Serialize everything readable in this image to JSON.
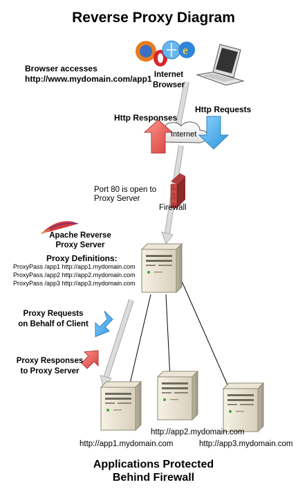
{
  "title": "Reverse Proxy Diagram",
  "browser": {
    "caption_line1": "Browser accesses",
    "caption_line2": "http://www.mydomain.com/app1",
    "label_line1": "Internet",
    "label_line2": "Browser"
  },
  "internet": {
    "label": "Internet",
    "responses_label": "Http Responses",
    "requests_label": "Http Requests"
  },
  "firewall": {
    "port_line1": "Port 80 is open to",
    "port_line2": "Proxy Server",
    "label": "Firewall"
  },
  "proxy": {
    "name_line1": "Apache Reverse",
    "name_line2": "Proxy Server",
    "definitions_heading": "Proxy Definitions:",
    "definitions": [
      "ProxyPass /app1 http://app1.mydomain.com",
      "ProxyPass /app2 http://app2.mydomain.com",
      "ProxyPass /app3 http://app3.mydomain.com"
    ],
    "requests_line1": "Proxy Requests",
    "requests_line2": "on Behalf of Client",
    "responses_line1": "Proxy Responses",
    "responses_line2": "to Proxy Server"
  },
  "backends": {
    "app1": "http://app1.mydomain.com",
    "app2": "http://app2.mydomain.com",
    "app3": "http://app3.mydomain.com"
  },
  "footer": {
    "line1": "Applications Protected",
    "line2": "Behind Firewall"
  },
  "colors": {
    "request_arrow": "#4fb2ee",
    "response_arrow": "#e9585a",
    "connector": "#d9d9d9"
  }
}
